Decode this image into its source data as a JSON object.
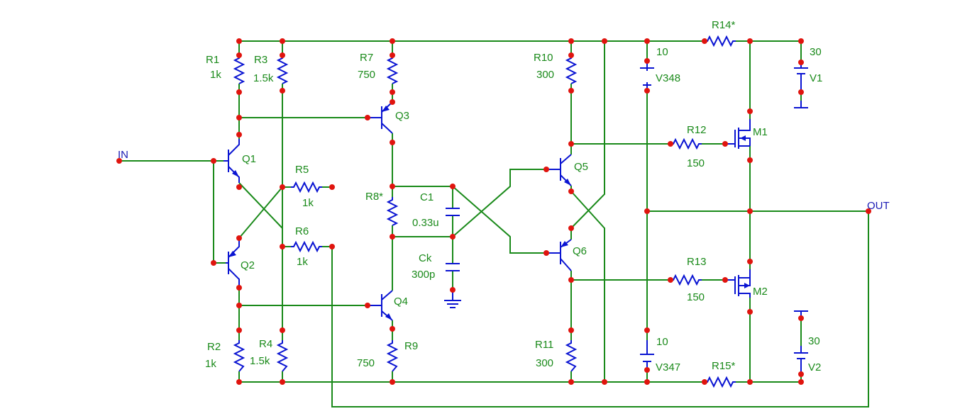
{
  "schematic": {
    "ports": {
      "in": "IN",
      "out": "OUT"
    },
    "resistors": {
      "r1": {
        "ref": "R1",
        "value": "1k"
      },
      "r2": {
        "ref": "R2",
        "value": "1k"
      },
      "r3": {
        "ref": "R3",
        "value": "1.5k"
      },
      "r4": {
        "ref": "R4",
        "value": "1.5k"
      },
      "r5": {
        "ref": "R5",
        "value": "1k"
      },
      "r6": {
        "ref": "R6",
        "value": "1k"
      },
      "r7": {
        "ref": "R7",
        "value": "750"
      },
      "r8": {
        "ref": "R8*"
      },
      "r9": {
        "ref": "R9",
        "value": "750"
      },
      "r10": {
        "ref": "R10",
        "value": "300"
      },
      "r11": {
        "ref": "R11",
        "value": "300"
      },
      "r12": {
        "ref": "R12",
        "value": "150"
      },
      "r13": {
        "ref": "R13",
        "value": "150"
      },
      "r14": {
        "ref": "R14*"
      },
      "r15": {
        "ref": "R15*"
      }
    },
    "capacitors": {
      "c1": {
        "ref": "C1",
        "value": "0.33u"
      },
      "ck": {
        "ref": "Ck",
        "value": "300p"
      }
    },
    "transistors": {
      "q1": "Q1",
      "q2": "Q2",
      "q3": "Q3",
      "q4": "Q4",
      "q5": "Q5",
      "q6": "Q6",
      "m1": "M1",
      "m2": "M2"
    },
    "sources": {
      "v348": {
        "ref": "V348",
        "value": "10"
      },
      "v347": {
        "ref": "V347",
        "value": "10"
      },
      "v1": {
        "ref": "V1",
        "value": "30"
      },
      "v2": {
        "ref": "V2",
        "value": "30"
      }
    },
    "colors": {
      "wire": "#1a8a1a",
      "component": "#0a14d2",
      "node": "#e0140e",
      "label": "#1a8a1a"
    }
  }
}
